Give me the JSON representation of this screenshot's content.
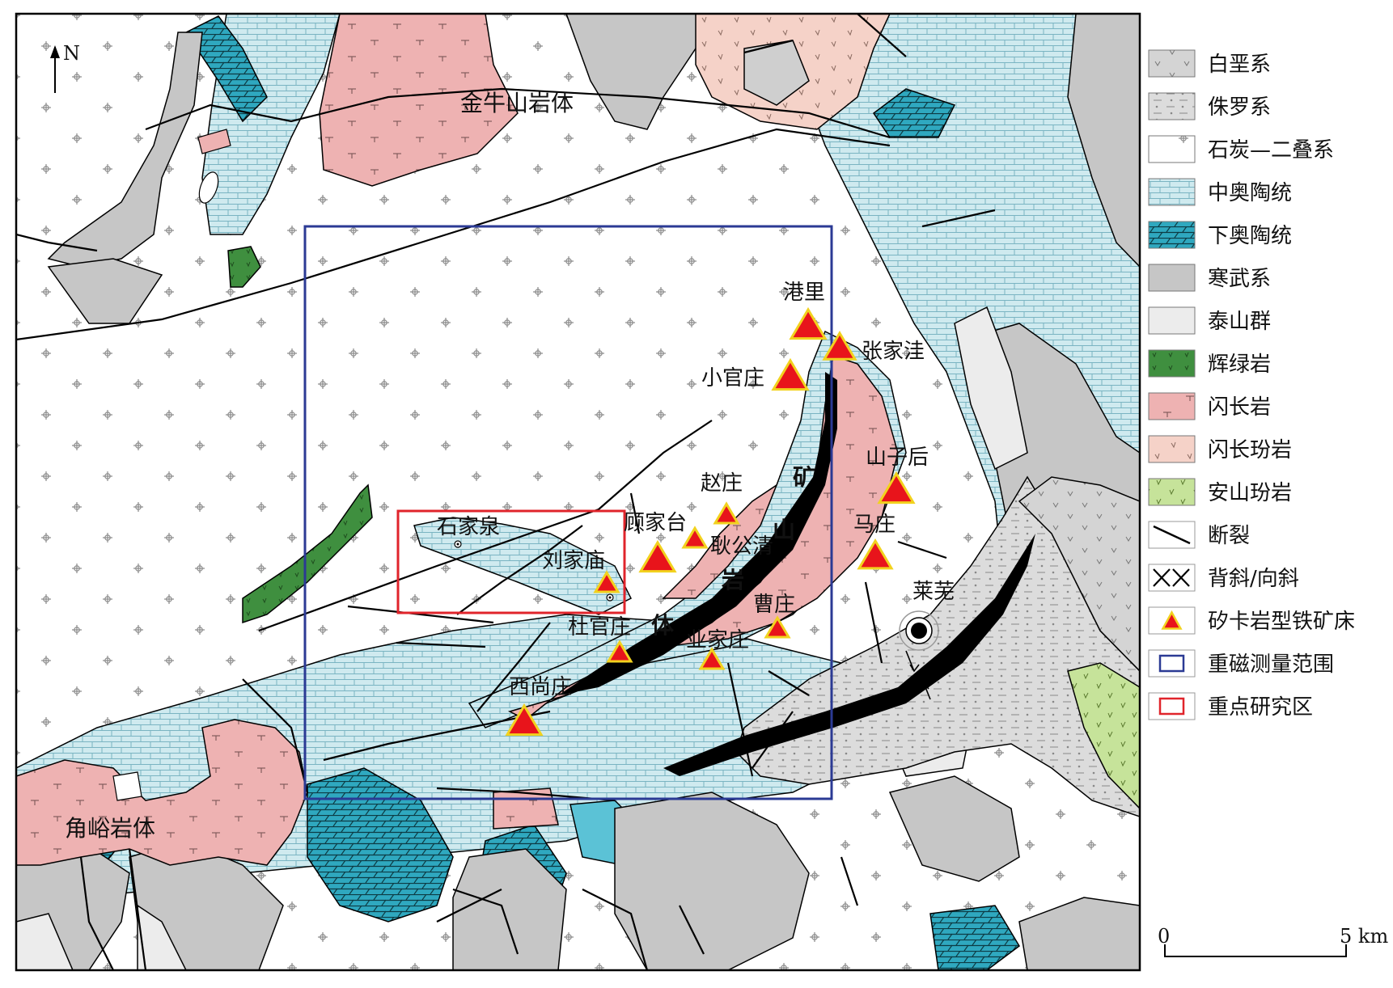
{
  "north": "N",
  "intrusions": [
    {
      "id": "jinniushan",
      "label": "金牛山岩体"
    },
    {
      "id": "jiaoyu",
      "label": "角峪岩体"
    },
    {
      "id": "kuangshan",
      "chars": [
        "矿",
        "山",
        "岩",
        "体"
      ]
    }
  ],
  "deposits": [
    {
      "name": "港里"
    },
    {
      "name": "张家洼"
    },
    {
      "name": "小官庄"
    },
    {
      "name": "山子后"
    },
    {
      "name": "赵庄"
    },
    {
      "name": "顾家台"
    },
    {
      "name": "耿公清"
    },
    {
      "name": "马庄"
    },
    {
      "name": "刘家庙"
    },
    {
      "name": "曹庄"
    },
    {
      "name": "杜官庄"
    },
    {
      "name": "业家庄"
    },
    {
      "name": "西尚庄"
    }
  ],
  "places": [
    {
      "name": "石家泉"
    },
    {
      "name": "莱芜"
    }
  ],
  "legend": [
    {
      "label": "白垩系",
      "pattern": "cretaceous",
      "color": "#d4d4d4"
    },
    {
      "label": "侏罗系",
      "pattern": "jurassic",
      "color": "#dcdcdc"
    },
    {
      "label": "石炭—二叠系",
      "pattern": "carb",
      "color": "#ffffff"
    },
    {
      "label": "中奥陶统",
      "pattern": "mord",
      "color": "#cfeaef"
    },
    {
      "label": "下奥陶统",
      "pattern": "lord",
      "color": "#2fa8bf"
    },
    {
      "label": "寒武系",
      "pattern": "camb",
      "color": "#c6c6c6"
    },
    {
      "label": "泰山群",
      "pattern": "taishan",
      "color": "#ececec"
    },
    {
      "label": "辉绿岩",
      "pattern": "gabbro",
      "color": "#3f8f3f"
    },
    {
      "label": "闪长岩",
      "pattern": "diorite",
      "color": "#eeb2b2"
    },
    {
      "label": "闪长玢岩",
      "pattern": "dporph",
      "color": "#f5d2c8"
    },
    {
      "label": "安山玢岩",
      "pattern": "andes",
      "color": "#c6e39a"
    },
    {
      "label": "断裂",
      "pattern": "fault"
    },
    {
      "label": "背斜/向斜",
      "pattern": "fold"
    },
    {
      "label": "矽卡岩型铁矿床",
      "pattern": "deposit",
      "color": "#e8141b"
    },
    {
      "label": "重磁测量范围",
      "pattern": "survey",
      "color": "#2b3a94"
    },
    {
      "label": "重点研究区",
      "pattern": "study",
      "color": "#e0242b"
    }
  ],
  "scale": {
    "start": "0",
    "end": "5 km"
  }
}
